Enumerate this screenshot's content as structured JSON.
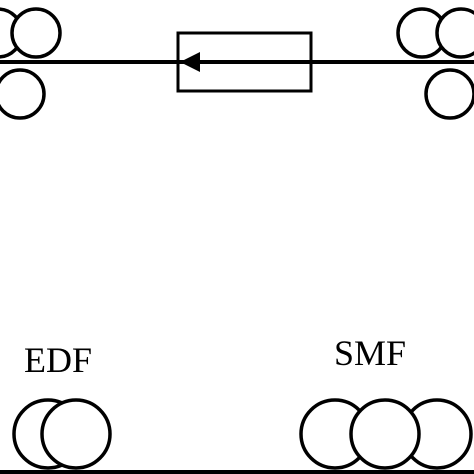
{
  "labels": {
    "edf": "EDF",
    "smf": "SMF"
  },
  "components": {
    "isolator": "isolator",
    "coils": [
      "top-left-coil",
      "top-right-coil",
      "edf-coil",
      "smf-coil"
    ]
  }
}
